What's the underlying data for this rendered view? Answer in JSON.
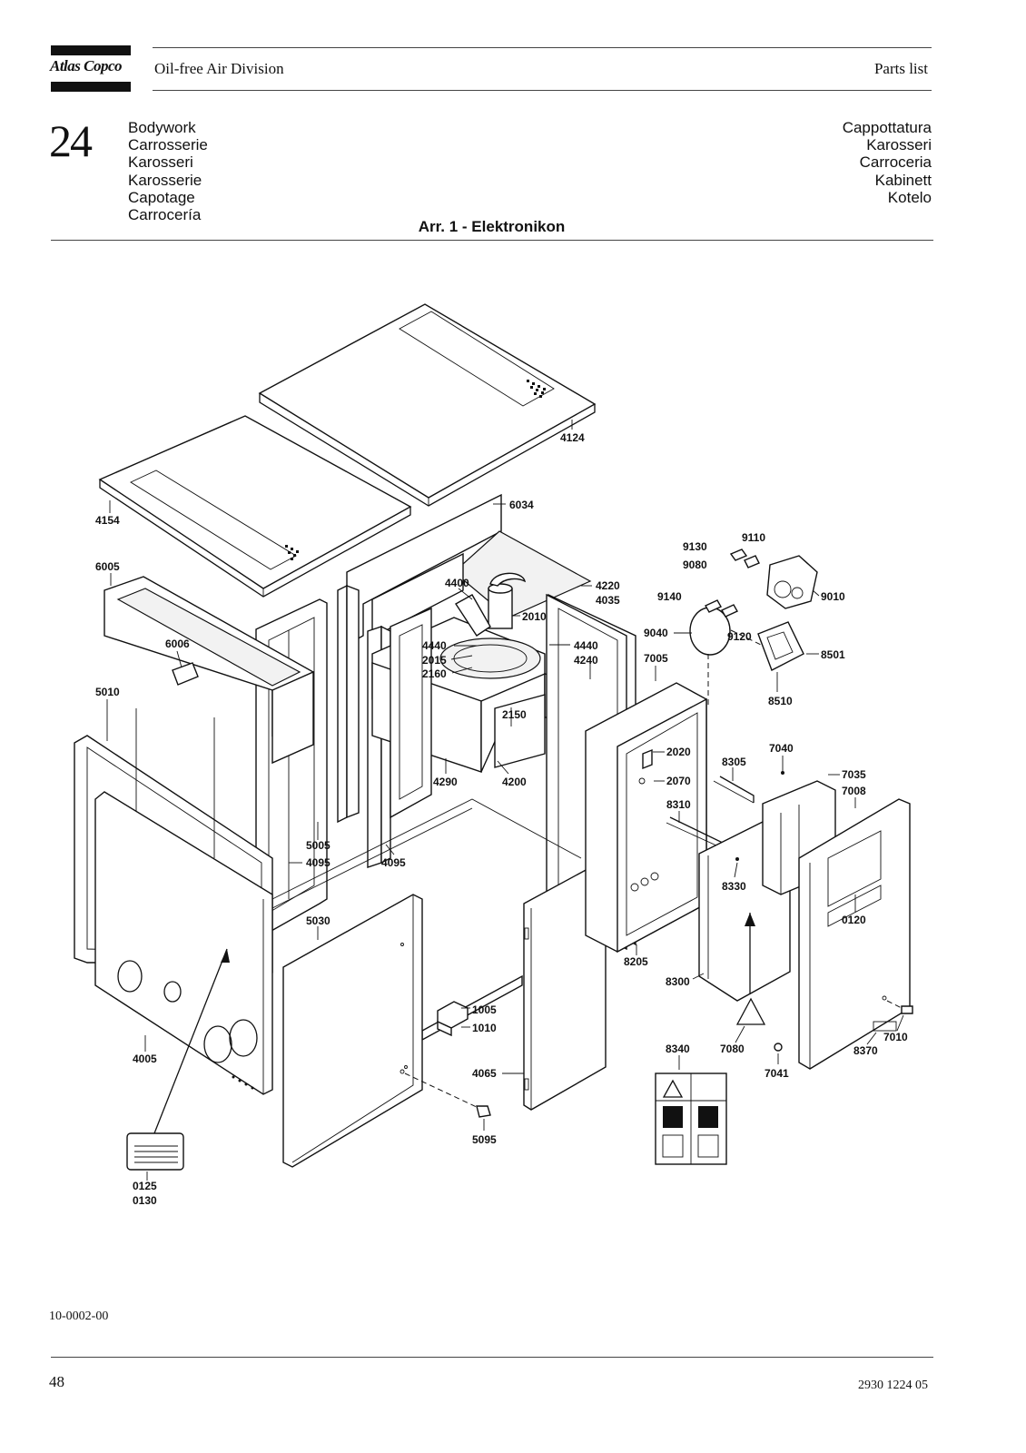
{
  "header": {
    "brand": "Atlas Copco",
    "division": "Oil-free Air Division",
    "doc_type": "Parts list"
  },
  "chapter": {
    "number": "24",
    "titles_left": [
      "Bodywork",
      "Carrosserie",
      "Karosseri",
      "Karosserie",
      "Capotage",
      "Carrocería"
    ],
    "titles_right": [
      "Cappottatura",
      "Karosseri",
      "Carroceria",
      "Kabinett",
      "Kotelo"
    ],
    "subtitle": "Arr. 1 - Elektronikon"
  },
  "drawing": {
    "part_labels": [
      "4124",
      "4154",
      "6034",
      "6005",
      "4400",
      "4220",
      "4035",
      "2010",
      "9130",
      "9110",
      "9080",
      "9140",
      "9010",
      "9040",
      "9120",
      "8501",
      "8510",
      "6006",
      "4440",
      "2015",
      "2160",
      "4440",
      "4240",
      "7005",
      "5010",
      "2150",
      "2020",
      "8305",
      "7040",
      "7035",
      "7008",
      "2070",
      "8310",
      "4290",
      "4200",
      "5005",
      "4095",
      "4095",
      "8330",
      "0120",
      "5030",
      "8205",
      "8300",
      "1005",
      "1010",
      "7010",
      "8340",
      "7080",
      "8370",
      "7041",
      "4005",
      "4065",
      "5095",
      "0125",
      "0130"
    ]
  },
  "footer": {
    "drawing_id": "10-0002-00",
    "page_number": "48",
    "doc_number": "2930 1224 05"
  }
}
